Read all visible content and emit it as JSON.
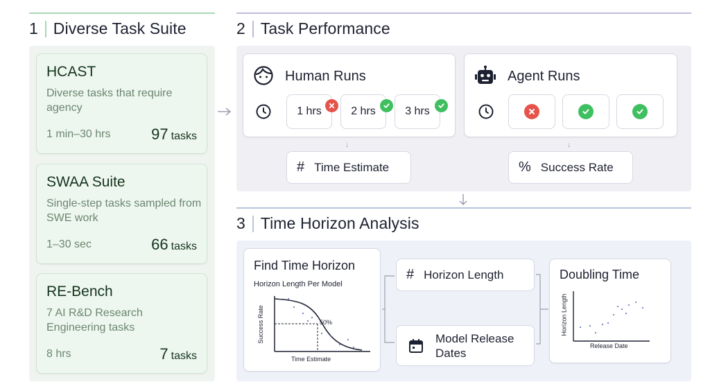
{
  "sections": [
    {
      "number": "1",
      "title": "Diverse Task Suite"
    },
    {
      "number": "2",
      "title": "Task Performance"
    },
    {
      "number": "3",
      "title": "Time Horizon Analysis"
    }
  ],
  "task_suite": [
    {
      "name": "HCAST",
      "description": "Diverse tasks that require agency",
      "duration": "1 min–30 hrs",
      "count": "97",
      "unit": "tasks"
    },
    {
      "name": "SWAA Suite",
      "description": "Single-step tasks sampled from SWE work",
      "duration": "1–30 sec",
      "count": "66",
      "unit": "tasks"
    },
    {
      "name": "RE-Bench",
      "description": "7 AI R&D Research Engineering tasks",
      "duration": "8 hrs",
      "count": "7",
      "unit": "tasks"
    }
  ],
  "human_runs": {
    "title": "Human Runs",
    "icon": "face-icon",
    "clock_icon": "clock-icon",
    "runs": [
      {
        "label": "1 hrs",
        "status": "fail"
      },
      {
        "label": "2 hrs",
        "status": "success"
      },
      {
        "label": "3 hrs",
        "status": "success"
      }
    ],
    "output": {
      "symbol": "#",
      "label": "Time Estimate"
    }
  },
  "agent_runs": {
    "title": "Agent Runs",
    "icon": "robot-icon",
    "clock_icon": "clock-icon",
    "runs": [
      {
        "status": "fail"
      },
      {
        "status": "success"
      },
      {
        "status": "success"
      }
    ],
    "output": {
      "symbol": "%",
      "label": "Success Rate"
    }
  },
  "analysis": {
    "find_horizon": {
      "title": "Find Time Horizon",
      "subtitle": "Horizon Length Per Model",
      "ylabel": "Success Rate",
      "xlabel": "Time Estimate",
      "marker_label": "50%"
    },
    "horizon_length": {
      "symbol": "#",
      "label": "Horizon Length"
    },
    "release_dates": {
      "icon": "calendar-icon",
      "label": "Model Release Dates"
    },
    "doubling": {
      "title": "Doubling Time",
      "ylabel": "Horizon Length",
      "xlabel": "Release Date"
    }
  },
  "colors": {
    "green_panel": "#f0f4f0",
    "green_rule": "#a9d6b3",
    "purple_panel": "#f0f0f4",
    "purple_rule": "#c2b8dd",
    "blue_panel": "#eef2f8",
    "blue_rule": "#b8c4dc",
    "fail": "#e5534b",
    "success": "#3fbf5f"
  }
}
